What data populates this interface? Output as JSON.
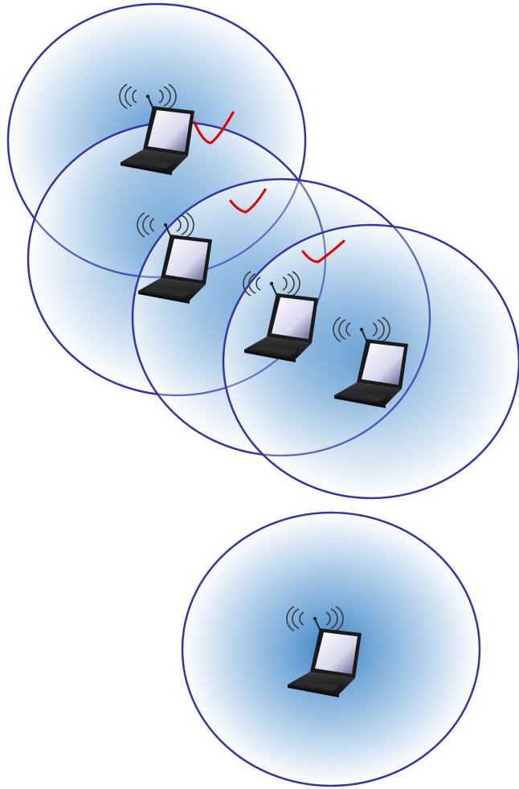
{
  "diagram": {
    "description_free": true,
    "colors": {
      "background": "#ffffff",
      "range_fill_center": "#3a7fc4",
      "range_fill_edge": "#ffffff",
      "range_border": "#3333aa",
      "laptop_body": "#1c1c1c",
      "laptop_screen_light": "#ffffff",
      "laptop_screen_dark": "#5a5a8c",
      "signal_waves": "#3a3a3a",
      "check_mark": "#e00000"
    },
    "nodes": [
      {
        "id": "node-1",
        "icon": "laptop-wireless-icon",
        "group": "overlapping"
      },
      {
        "id": "node-2",
        "icon": "laptop-wireless-icon",
        "group": "overlapping"
      },
      {
        "id": "node-3",
        "icon": "laptop-wireless-icon",
        "group": "overlapping"
      },
      {
        "id": "node-4",
        "icon": "laptop-wireless-icon",
        "group": "overlapping"
      },
      {
        "id": "node-5",
        "icon": "laptop-wireless-icon",
        "group": "isolated"
      }
    ],
    "coverage_ranges": [
      {
        "id": "range-1",
        "node": "node-1"
      },
      {
        "id": "range-2",
        "node": "node-2"
      },
      {
        "id": "range-3",
        "node": "node-3"
      },
      {
        "id": "range-4",
        "node": "node-4"
      },
      {
        "id": "range-5",
        "node": "node-5"
      }
    ],
    "check_marks": [
      {
        "id": "check-1",
        "between": [
          "node-1",
          "node-2"
        ]
      },
      {
        "id": "check-2",
        "between": [
          "node-2",
          "node-3"
        ]
      },
      {
        "id": "check-3",
        "between": [
          "node-3",
          "node-4"
        ]
      }
    ]
  }
}
